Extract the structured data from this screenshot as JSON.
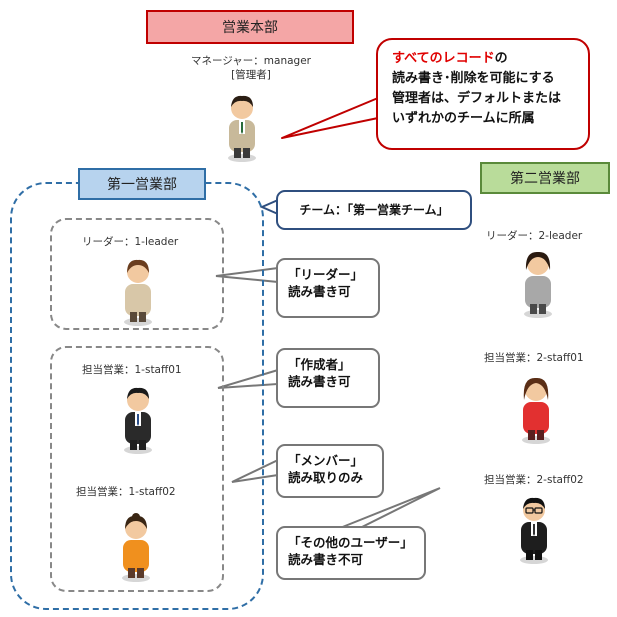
{
  "headquarters": {
    "title": "営業本部"
  },
  "manager": {
    "role": "マネージャー：manager",
    "note": "[管理者]"
  },
  "admin_callout": {
    "line1_red": "すべてのレコード",
    "line1_rest": "の",
    "line2": "読み書き･削除を可能にする",
    "line3": "管理者は、デフォルトまたは",
    "line4": "いずれかのチームに所属"
  },
  "dept1": {
    "title": "第一営業部",
    "team_callout": "チーム：「第一営業チーム」",
    "leader": "リーダー：1-leader",
    "staff01": "担当営業：1-staff01",
    "staff02": "担当営業：1-staff02"
  },
  "dept2": {
    "title": "第二営業部",
    "leader": "リーダー：2-leader",
    "staff01": "担当営業：2-staff01",
    "staff02": "担当営業：2-staff02"
  },
  "callouts": {
    "leader": {
      "line1": "「リーダー」",
      "line2": "読み書き可"
    },
    "creator": {
      "line1": "「作成者」",
      "line2": "読み書き可"
    },
    "member": {
      "line1": "「メンバー」",
      "line2": "読み取りのみ"
    },
    "other": {
      "line1": "「その他のユーザー」",
      "line2": "読み書き不可"
    }
  },
  "colors": {
    "hq_fill": "#f4a6a6",
    "hq_border": "#c00000",
    "dept1_fill": "#b7d3ee",
    "dept1_border": "#2f6ea6",
    "dept2_fill": "#b9dc9a",
    "dept2_border": "#5a8a3a",
    "admin_border": "#c00000",
    "admin_red_text": "#e00000",
    "team_border": "#2f4f7f"
  },
  "icons": [
    "manager-person-icon",
    "leader1-person-icon",
    "staff01-person-icon",
    "staff02-person-icon",
    "leader2-person-icon",
    "staff2-01-person-icon",
    "staff2-02-person-icon"
  ]
}
